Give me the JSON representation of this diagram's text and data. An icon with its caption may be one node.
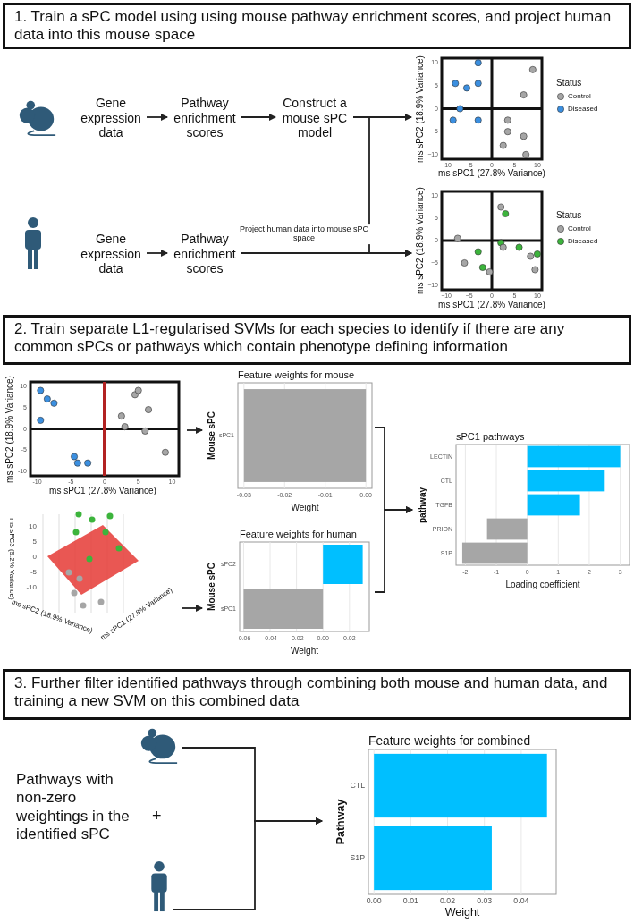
{
  "diagram": {
    "nodes": [
      {
        "text": [
          "1. Train a sPC model using using mouse pathway enrichment scores, and project human data into this mouse space"
        ]
      },
      {
        "text": [],
        "shape": "mouse"
      },
      {
        "text": [
          "Gene expression data"
        ]
      },
      {
        "text": [
          "Pathway enrichment scores"
        ]
      },
      {
        "text": [
          "Construct a mouse sPC model"
        ]
      },
      {
        "text": [
          "ms sPC2 (18.9% Variance)",
          "ms sPC1 (27.8% Variance)",
          "10",
          "5",
          "0",
          "−5",
          "−10",
          "−10",
          "−5",
          "0",
          "5",
          "10",
          "Status",
          "Control",
          "Diseased"
        ]
      },
      {
        "text": [],
        "shape": "person"
      },
      {
        "text": [
          "Gene expression data"
        ]
      },
      {
        "text": [
          "Pathway enrichment scores"
        ]
      },
      {
        "text": [
          "ms sPC2 (18.9% Variance)",
          "ms sPC1 (27.8% Variance)",
          "10",
          "5",
          "0",
          "−5",
          "−10",
          "−10",
          "−5",
          "0",
          "5",
          "10",
          "Status",
          "Control",
          "Diseased"
        ]
      },
      {
        "text": [
          "2. Train separate L1-regularised SVMs for each species to identify if there are any common sPCs or pathways which contain phenotype defining information"
        ]
      },
      {
        "text": [
          "ms sPC2 (18.9% Variance)",
          "ms sPC1 (27.8% Variance)",
          "10",
          "5",
          "0",
          "-5",
          "-10",
          "-10",
          "-5",
          "0",
          "5",
          "10"
        ]
      },
      {
        "text": [
          "ms sPC3 (9.2% Variance)",
          "10",
          "5",
          "0",
          "-5",
          "-10",
          "ms sPC2 (18.9% Variance)",
          "ms sPC1 (27.8% Variance)"
        ]
      },
      {
        "text": [
          "Feature weights for mouse",
          "Mouse sPC",
          "sPC1",
          "-0.03",
          "-0.02",
          "-0.01",
          "0.00",
          "Weight"
        ]
      },
      {
        "text": [
          "Feature weights for human",
          "Mouse sPC",
          "sPC2",
          "sPC1",
          "-0.06",
          "-0.04",
          "-0.02",
          "0.00",
          "0.02",
          "Weight"
        ]
      },
      {
        "text": [
          "sPC1 pathways",
          "pathway",
          "LECTIN",
          "CTL",
          "TGFB",
          "PRION",
          "S1P",
          "-2",
          "-1",
          "0",
          "1",
          "2",
          "3",
          "Loading coefficient"
        ]
      },
      {
        "text": [
          "3. Further filter identified pathways through combining both mouse and human data, and training a new SVM on this combined data"
        ]
      },
      {
        "text": [
          "Pathways with non-zero weightings in the identified sPC"
        ]
      },
      {
        "text": [],
        "shape": "mouse"
      },
      {
        "text": [],
        "shape": "person"
      },
      {
        "text": [
          "Feature weights for combined",
          "Pathway",
          "CTL",
          "S1P",
          "0.00",
          "0.01",
          "0.02",
          "0.03",
          "0.04",
          "Weight"
        ]
      }
    ],
    "edges": [
      {
        "from": 2,
        "to": 3,
        "arrow": "to"
      },
      {
        "from": 3,
        "to": 4,
        "arrow": "to"
      },
      {
        "from": 4,
        "to": 5,
        "arrow": "to"
      },
      {
        "from": 4,
        "to": 9,
        "arrow": "to"
      },
      {
        "from": 7,
        "to": 8,
        "arrow": "to"
      },
      {
        "from": 8,
        "to": 9,
        "arrow": "to",
        "label": "Project human data into mouse sPC space"
      },
      {
        "from": 11,
        "to": 13,
        "arrow": "to"
      },
      {
        "from": 12,
        "to": 14,
        "arrow": "to"
      },
      {
        "from": 13,
        "to": 15,
        "arrow": "to"
      },
      {
        "from": 14,
        "to": 15,
        "arrow": "to"
      },
      {
        "from": 18,
        "to": 20,
        "arrow": "to"
      },
      {
        "from": 19,
        "to": 20,
        "arrow": "to"
      }
    ],
    "labels": [
      "+"
    ]
  }
}
